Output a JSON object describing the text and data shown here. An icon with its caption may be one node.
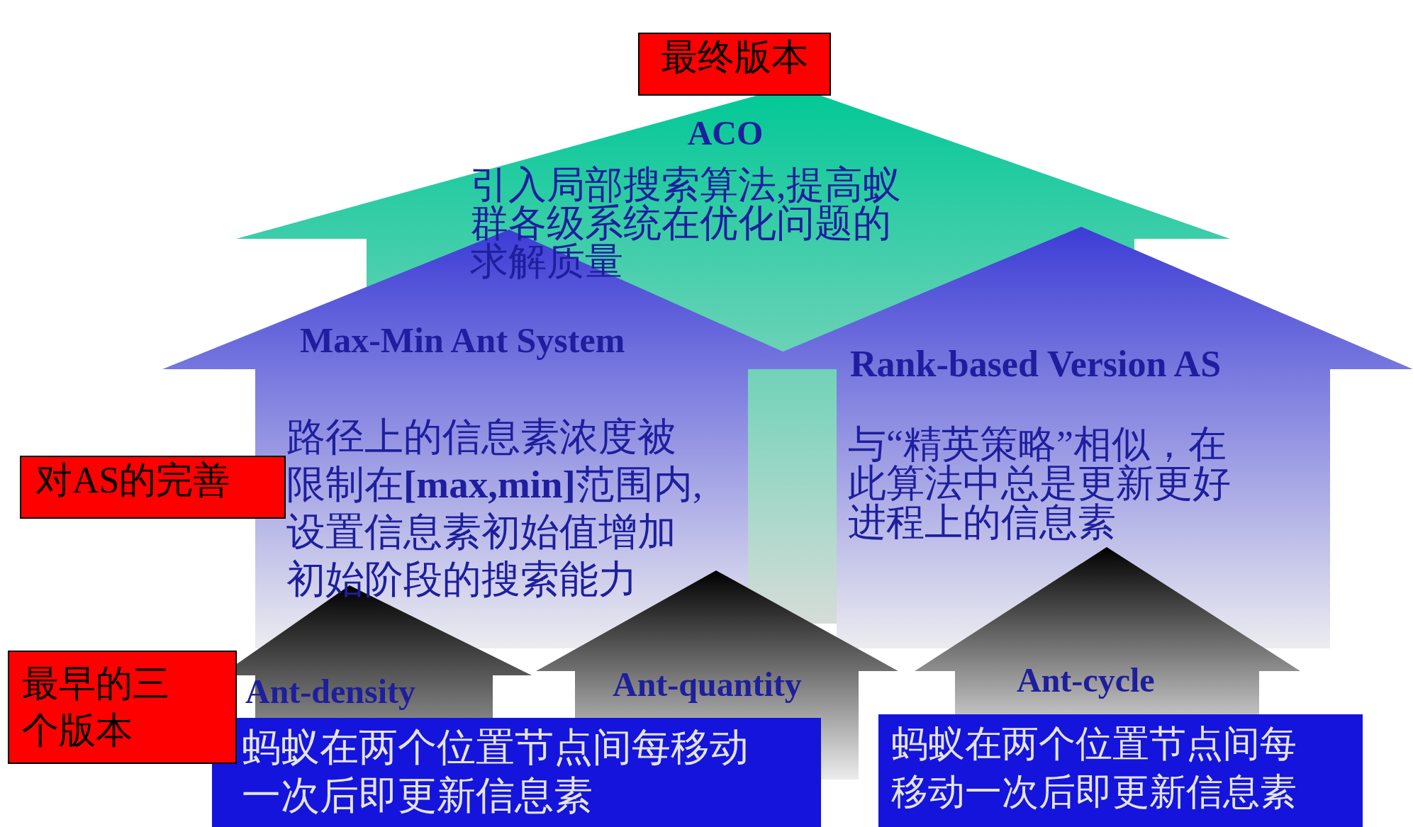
{
  "diagram": {
    "nodes": [
      {
        "text": [
          "最终版本"
        ]
      },
      {
        "text": [
          "ACO",
          "引入局部搜索算法,提高蚁群各级系统在优化问题的求解质量"
        ]
      },
      {
        "text": [
          "Max-Min Ant System",
          "路径上的信息素浓度被限制在**[max,min]**范围内,设置信息素初始值增加初始阶段的搜索能力"
        ]
      },
      {
        "text": [
          "Rank-based Version AS",
          "与“精英策略”相似，在此算法中总是更新更好进程上的信息素"
        ]
      },
      {
        "text": [
          "对AS的完善"
        ]
      },
      {
        "text": [
          "Ant-density"
        ]
      },
      {
        "text": [
          "Ant-quantity"
        ]
      },
      {
        "text": [
          "Ant-cycle"
        ]
      },
      {
        "text": [
          "最早的三个版本"
        ]
      },
      {
        "text": [
          "蚂蚁在两个位置节点间每移动一次后即更新信息素"
        ]
      },
      {
        "text": [
          "蚂蚁在两个位置节点间每移动一次后即更新信息素"
        ]
      }
    ],
    "edges": []
  }
}
